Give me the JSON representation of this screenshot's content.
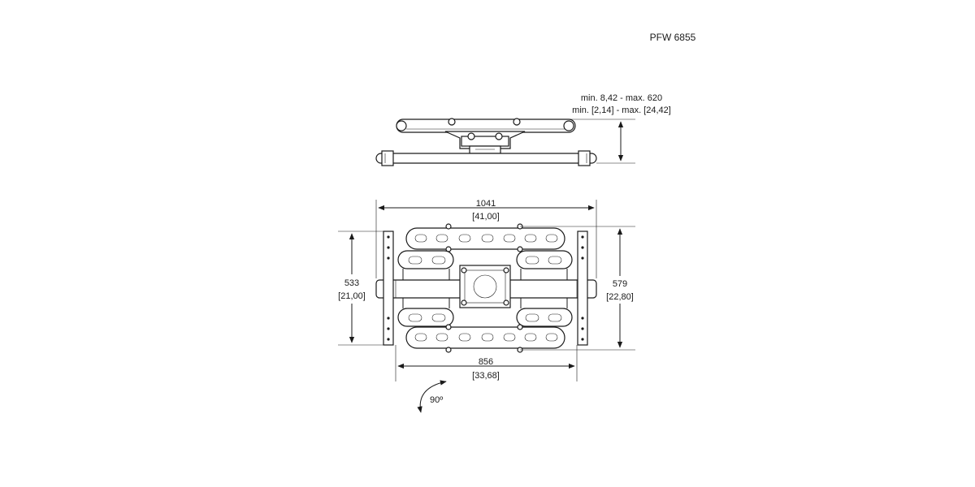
{
  "model_label": "PFW 6855",
  "depth": {
    "line1": "min. 8,42 - max. 620",
    "line2": "min. [2,14] - max. [24,42]"
  },
  "dims": {
    "overall_width": {
      "mm": "1041",
      "inch": "[41,00]"
    },
    "left_height": {
      "mm": "533",
      "inch": "[21,00]"
    },
    "right_height": {
      "mm": "579",
      "inch": "[22,80]"
    },
    "inner_width": {
      "mm": "856",
      "inch": "[33,68]"
    }
  },
  "rotation_label": "90º"
}
